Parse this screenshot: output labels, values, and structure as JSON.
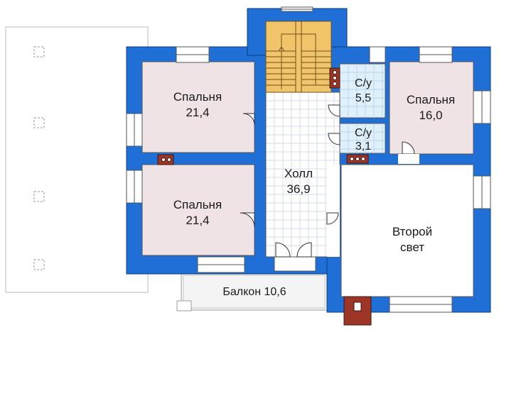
{
  "colors": {
    "wall": "#1f6fd6",
    "wall_outline": "#0e3d7a",
    "bedroom_fill": "#efe3e6",
    "hall_fill": "#ffffff",
    "hall_grid": "#d4dde8",
    "bath_fill": "#dff0fb",
    "stair_fill": "#f2c469",
    "chimney": "#9c3525",
    "roof_outline": "#b9b9b9"
  },
  "rooms": {
    "bedroom_top_left": {
      "name": "Спальня",
      "area": "21,4"
    },
    "bedroom_bottom_left": {
      "name": "Спальня",
      "area": "21,4"
    },
    "bedroom_right": {
      "name": "Спальня",
      "area": "16,0"
    },
    "bath_upper": {
      "name": "С/у",
      "area": "5,5"
    },
    "bath_lower": {
      "name": "С/у",
      "area": "3,1"
    },
    "hall": {
      "name": "Холл",
      "area": "36,9"
    },
    "second_light": {
      "line1": "Второй",
      "line2": "свет"
    },
    "balcony": {
      "label": "Балкон 10,6"
    }
  },
  "icons": {
    "stairs": "stairs-icon",
    "door": "door-swing-icon",
    "window": "window-icon",
    "chimney": "chimney-icon",
    "column": "column-marker-icon"
  }
}
